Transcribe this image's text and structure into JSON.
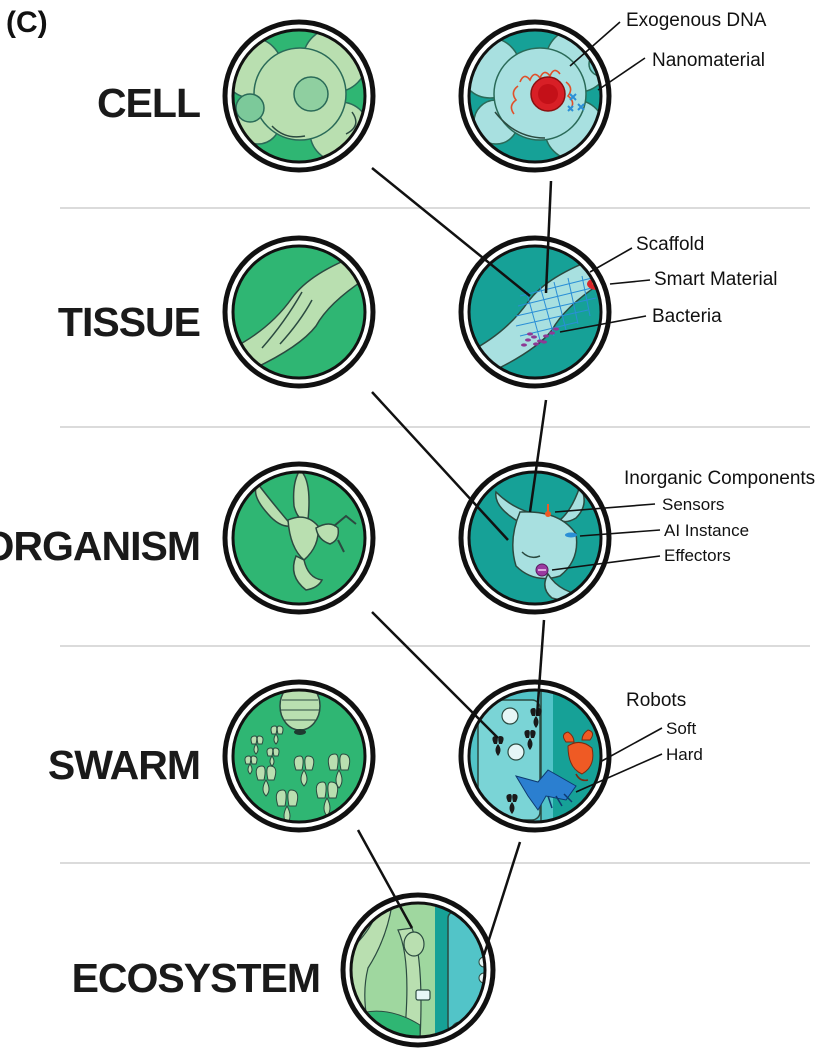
{
  "panel_label": "(C)",
  "levels": {
    "cell": "CELL",
    "tissue": "TISSUE",
    "organism": "ORGANISM",
    "swarm": "SWARM",
    "ecosystem": "ECOSYSTEM"
  },
  "annotations": {
    "exogenous_dna": "Exogenous DNA",
    "nanomaterial": "Nanomaterial",
    "scaffold": "Scaffold",
    "smart_material": "Smart Material",
    "bacteria": "Bacteria",
    "inorganic_components": "Inorganic Components",
    "sensors": "Sensors",
    "ai_instance": "AI Instance",
    "effectors": "Effectors",
    "robots": "Robots",
    "soft": "Soft",
    "hard": "Hard"
  },
  "colors": {
    "natural_green": "#2fb673",
    "engineered_teal": "#16a197",
    "pale_green": "#b9dfb0",
    "pale_teal": "#a8e0e0",
    "dna_red": "#d81f26",
    "nanomaterial_blue": "#2a8fd6",
    "bacteria_purple": "#8e3a95",
    "soft_robot_orange": "#ef5a24",
    "hard_robot_blue": "#2b7fd0"
  }
}
